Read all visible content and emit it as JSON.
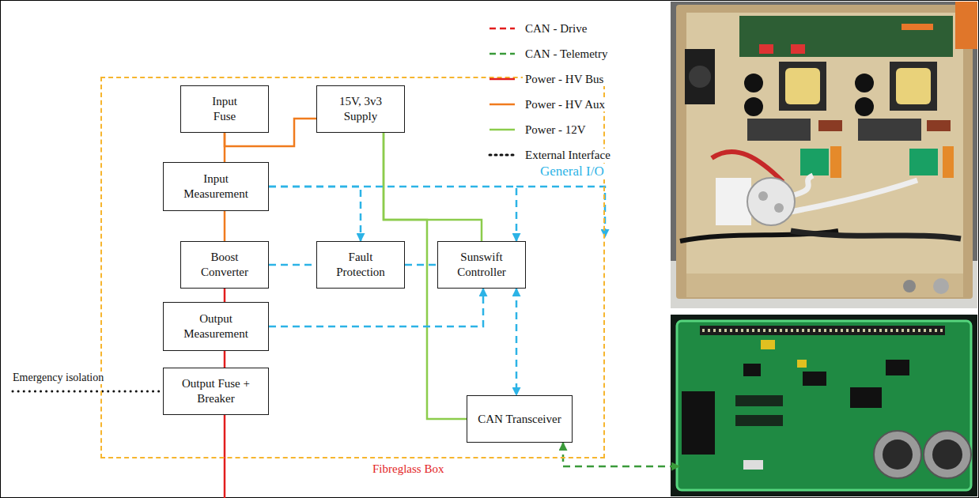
{
  "diagram": {
    "nodes": [
      {
        "text": [
          "Fibreglass Box"
        ]
      },
      {
        "text": [
          "Input Fuse"
        ],
        "in": 0
      },
      {
        "text": [
          "15V, 3v3 Supply"
        ],
        "in": 0
      },
      {
        "text": [
          "Input Measurement"
        ],
        "in": 0
      },
      {
        "text": [
          "Boost Converter"
        ],
        "in": 0
      },
      {
        "text": [
          "Fault Protection"
        ],
        "in": 0
      },
      {
        "text": [
          "Sunswift Controller"
        ],
        "in": 0
      },
      {
        "text": [
          "Output Measurement"
        ],
        "in": 0
      },
      {
        "text": [
          "Output Fuse + Breaker"
        ],
        "in": 0
      },
      {
        "text": [
          "CAN Transceiver"
        ],
        "in": 0
      }
    ],
    "edges": [
      {
        "from": 1,
        "to": 3,
        "arrow": "none"
      },
      {
        "from": 1,
        "to": 2,
        "arrow": "none"
      },
      {
        "from": 3,
        "to": 4,
        "arrow": "none"
      },
      {
        "from": 4,
        "to": 7,
        "arrow": "none"
      },
      {
        "from": 7,
        "to": 8,
        "arrow": "none"
      },
      {
        "from": 2,
        "to": 6,
        "arrow": "none"
      },
      {
        "from": 2,
        "to": 9,
        "arrow": "none"
      },
      {
        "from": 3,
        "to": 5,
        "arrow": "to"
      },
      {
        "from": 3,
        "to": 6,
        "arrow": "to"
      },
      {
        "from": 4,
        "to": 5,
        "arrow": "none"
      },
      {
        "from": 5,
        "to": 6,
        "arrow": "none"
      },
      {
        "from": 7,
        "to": 6,
        "arrow": "to"
      },
      {
        "from": 6,
        "to": 9,
        "arrow": "both"
      }
    ],
    "labels": [
      "Emergency isolation",
      "General I/O"
    ],
    "legend": [
      {
        "text": "CAN - Drive"
      },
      {
        "text": "CAN - Telemetry"
      },
      {
        "text": "Power - HV Bus"
      },
      {
        "text": "Power - HV Aux"
      },
      {
        "text": "Power - 12V"
      },
      {
        "text": "External Interface"
      }
    ]
  }
}
